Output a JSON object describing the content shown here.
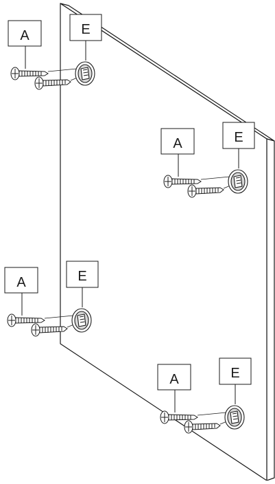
{
  "diagram": {
    "labels": {
      "screw": "A",
      "cam_fitting": "E"
    },
    "groups": [
      {
        "id": "top-left"
      },
      {
        "id": "upper-right"
      },
      {
        "id": "lower-left"
      },
      {
        "id": "bottom-right"
      }
    ]
  },
  "colors": {
    "line": "#1a1a1a",
    "fill": "#ffffff",
    "shade": "#d8d8d8"
  }
}
